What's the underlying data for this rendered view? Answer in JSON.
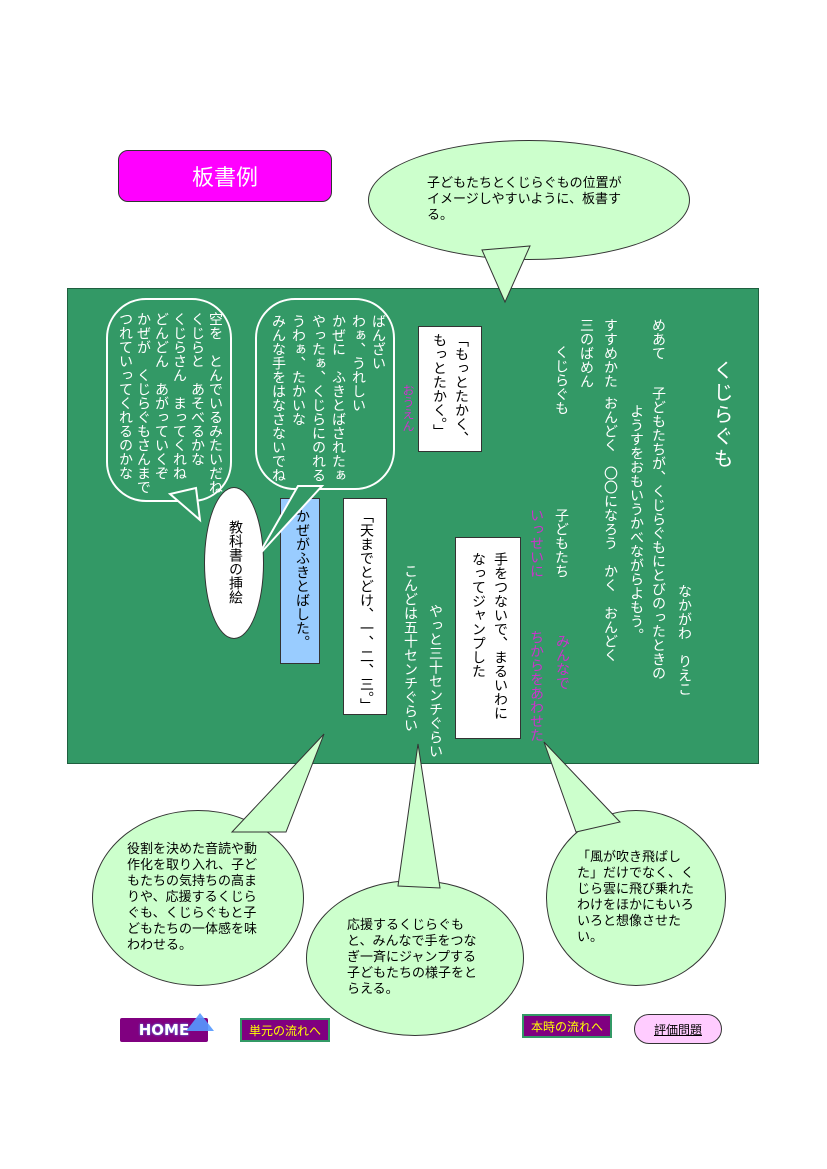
{
  "title": "板書例",
  "notes": {
    "top": "子どもたちとくじらぐもの位置がイメージしやすいように、板書する。",
    "bottom_left": "役割を決めた音読や動作化を取り入れ、子どもたちの気持ちの高まりや、応援するくじらぐも、くじらぐもと子どもたちの一体感を味わわせる。",
    "bottom_center": "応援するくじらぐもと、みんなで手をつなぎ一斉にジャンプする子どもたちの様子をとらえる。",
    "bottom_right": "「風が吹き飛ばした」だけでなく、くじら雲に飛び乗れたわけをほかにもいろいろと想像させたい。"
  },
  "board": {
    "title": "くじらぐも",
    "author": "なかがわ　りえこ",
    "meate_label": "めあて",
    "meate_text": [
      "子どもたちが、くじらぐもにとびのったときの",
      "ようすをおもいうかべながらよもう。"
    ],
    "susumekata_label": "すすめかた",
    "susumekata_text": "おんどく　〇〇になろう　かく　おんどく",
    "scene": "三のばめん",
    "kujiragumo": "くじらぐも",
    "kodomotachi": "子どもたち",
    "minnade": "みんなで",
    "issei": "いっせいに",
    "chikara": "ちからをあわせた",
    "jump_card": [
      "手をつないで、まるいわに",
      "なってジャンプした"
    ],
    "yatto": "やっと三十センチぐらい",
    "kondo": "こんどは五十センチぐらい",
    "ten_card": "「天までとどけ、一、二、三。」",
    "kaze_card": "かぜがふきとばした。",
    "motto_card": [
      "「もっとたかく、",
      "もっとたかく。」"
    ],
    "ouen": "おうえん",
    "speech_children": [
      "ばんざい",
      "わぁ、うれしい",
      "かぜに　ふきとばされたぁ",
      "やったぁ、くじらにのれる",
      "うわぁ、たかいな",
      "みんな手をはなさないでね"
    ],
    "speech_sky": [
      "空を　とんでいるみたいだね",
      "くじらと　あそべるかな",
      "くじらさん　まってくれね",
      "どんどん　あがっていくぞ",
      "かぜが　くじらぐもさんまで",
      "つれていってくれるのかな"
    ],
    "illustration": "教科書の挿絵"
  },
  "nav": {
    "home": "HOME",
    "unit": "単元の流れへ",
    "lesson": "本時の流れへ",
    "eval": "評価問題"
  },
  "colors": {
    "board": "#339966",
    "bubble": "#ccffcc",
    "title_box": "#ff00ff",
    "highlight_text": "#cc33cc",
    "kaze_card": "#99ccff",
    "nav_button": "#800080",
    "nav_text": "#ffff00",
    "eval_button": "#ffccff"
  }
}
